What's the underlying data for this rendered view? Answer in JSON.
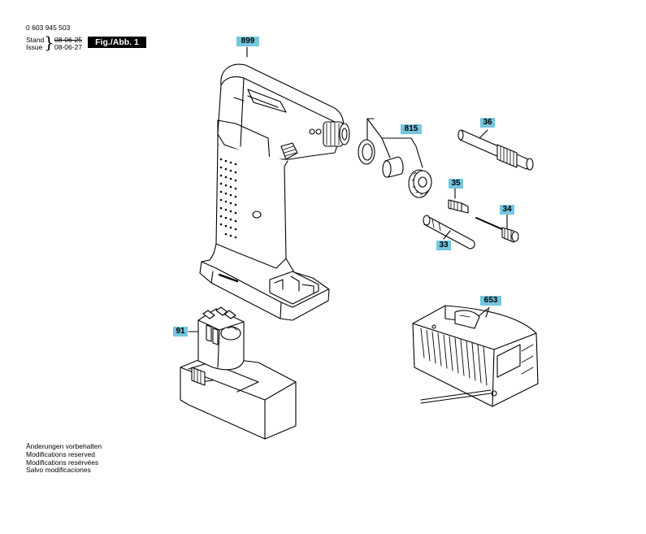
{
  "header": {
    "part_number": "0 603 945 503",
    "stand_label": "Stand",
    "issue_label": "Issue",
    "stand_date": "08-06-25",
    "issue_date": "08-06-27",
    "figure_label": "Fig./Abb. 1"
  },
  "callouts": [
    {
      "id": "899"
    },
    {
      "id": "815"
    },
    {
      "id": "36"
    },
    {
      "id": "35"
    },
    {
      "id": "34"
    },
    {
      "id": "33"
    },
    {
      "id": "653"
    },
    {
      "id": "91"
    }
  ],
  "notes": [
    "Änderungen vorbehalten",
    "Modifications reserved",
    "Modifications resérvées",
    "Salvo modificaciones"
  ],
  "colors": {
    "callout_bg": "#74c6df",
    "line": "#000000",
    "figure_label_bg": "#000000"
  }
}
